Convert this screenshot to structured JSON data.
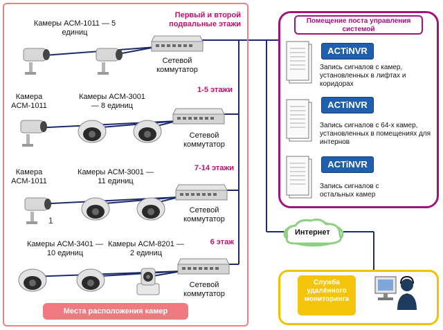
{
  "colors": {
    "pink": "#f08080",
    "magenta": "#a0137a",
    "yellow": "#f2c100",
    "navy": "#1b2a6b",
    "green": "#8ed081"
  },
  "zones": {
    "cameras_tag": "Места расположения камер",
    "control_room": "Помещение поста управления системой",
    "monitoring_service": "Служба удалённого мониторинга",
    "internet": "Интернет"
  },
  "floors": [
    {
      "title": "Первый и второй подвальные этажи",
      "cam_a": "Камеры ACM-1011 — 5 единиц",
      "switch": "Сетевой коммутатор"
    },
    {
      "title": "1-5 этажи",
      "cam_a": "Камера ACM-1011",
      "cam_b": "Камеры ACM-3001 — 8 единиц",
      "switch": "Сетевой коммутатор"
    },
    {
      "title": "7-14 этажи",
      "cam_a": "Камера ACM-1011",
      "cam_b": "Камеры ACM-3001 — 11 единиц",
      "switch": "Сетевой коммутатор"
    },
    {
      "title": "6 этаж",
      "cam_a": "Камеры ACM-3401 — 10 единиц",
      "cam_b": "Камеры ACM-8201 — 2 единиц",
      "switch": "Сетевой коммутатор"
    }
  ],
  "nvrs": [
    {
      "logo": "ACTiNVR",
      "desc": "Запись сигналов с камер, установленных в лифтах и коридорах"
    },
    {
      "logo": "ACTiNVR",
      "desc": "Запись сигналов с 64-х камер, установленных в помещениях для интернов"
    },
    {
      "logo": "ACTiNVR",
      "desc": "Запись сигналов с остальных камер"
    }
  ],
  "misc": {
    "digit": "1"
  }
}
